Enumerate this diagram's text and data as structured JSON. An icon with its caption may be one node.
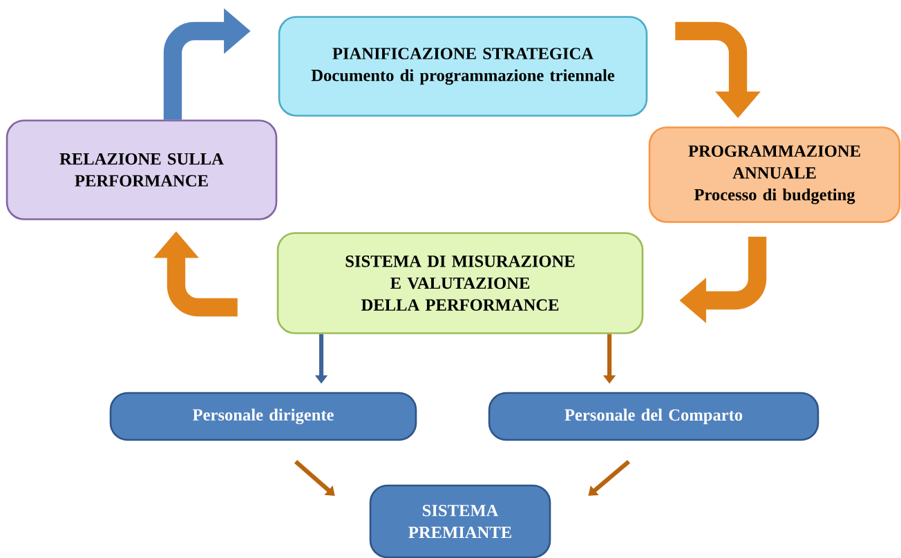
{
  "diagram": {
    "nodes": [
      {
        "text": [
          "PIANIFICAZIONE STRATEGICA",
          "Documento di programmazione triennale"
        ]
      },
      {
        "text": [
          "RELAZIONE SULLA PERFORMANCE"
        ]
      },
      {
        "text": [
          "PROGRAMMAZIONE ANNUALE",
          "Processo di budgeting"
        ]
      },
      {
        "text": [
          "SISTEMA DI MISURAZIONE E VALUTAZIONE DELLA PERFORMANCE"
        ]
      },
      {
        "text": [
          "Personale dirigente"
        ]
      },
      {
        "text": [
          "Personale del Comparto"
        ]
      },
      {
        "text": [
          "SISTEMA PREMIANTE"
        ]
      }
    ],
    "edges": [
      {
        "from": 1,
        "to": 0,
        "arrow": "to",
        "style": "thick",
        "color": "#4f81bd"
      },
      {
        "from": 0,
        "to": 2,
        "arrow": "to",
        "style": "thick",
        "color": "#e3841a"
      },
      {
        "from": 2,
        "to": 3,
        "arrow": "to",
        "style": "thick",
        "color": "#e3841a"
      },
      {
        "from": 3,
        "to": 1,
        "arrow": "to",
        "style": "thick",
        "color": "#e3841a"
      },
      {
        "from": 3,
        "to": 4,
        "arrow": "to",
        "color": "#3d6599"
      },
      {
        "from": 3,
        "to": 5,
        "arrow": "to",
        "color": "#b8650f"
      },
      {
        "from": 4,
        "to": 6,
        "arrow": "to",
        "color": "#b8650f"
      },
      {
        "from": 5,
        "to": 6,
        "arrow": "to",
        "color": "#b8650f"
      }
    ]
  }
}
